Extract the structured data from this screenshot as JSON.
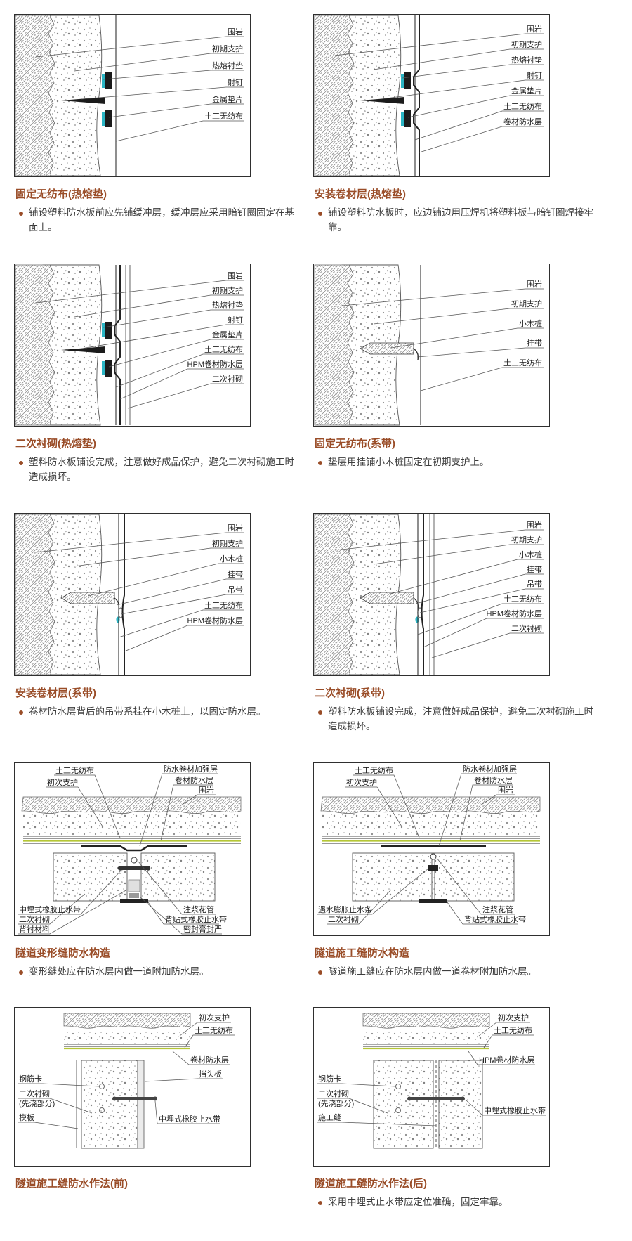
{
  "colors": {
    "heading": "#9a4d28",
    "teal": "#2ab5c4",
    "green": "#b5c636"
  },
  "panels": [
    {
      "heading": "固定无纺布(热熔垫)",
      "bullets": [
        "铺设塑料防水板前应先铺缓冲层，缓冲层应采用暗钉圈固定在基面上。"
      ],
      "labels": [
        "围岩",
        "初期支护",
        "热熔衬垫",
        "射钉",
        "金属垫片",
        "土工无纺布"
      ]
    },
    {
      "heading": "安装卷材层(热熔垫)",
      "bullets": [
        "铺设塑料防水板时，应边铺边用压焊机将塑料板与暗钉圈焊接牢靠。"
      ],
      "labels": [
        "围岩",
        "初期支护",
        "热熔衬垫",
        "射钉",
        "金属垫片",
        "土工无纺布",
        "卷材防水层"
      ]
    },
    {
      "heading": "二次衬砌(热熔垫)",
      "bullets": [
        "塑料防水板铺设完成，注意做好成品保护，避免二次衬砌施工时造成损坏。"
      ],
      "labels": [
        "围岩",
        "初期支护",
        "热熔衬垫",
        "射钉",
        "金属垫片",
        "土工无纺布",
        "HPM卷材防水层",
        "二次衬砌"
      ]
    },
    {
      "heading": "固定无纺布(系带)",
      "bullets": [
        "垫层用挂铺小木桩固定在初期支护上。"
      ],
      "labels": [
        "围岩",
        "初期支护",
        "小木桩",
        "挂带",
        "土工无纺布"
      ]
    },
    {
      "heading": "安装卷材层(系带)",
      "bullets": [
        "卷材防水层背后的吊带系挂在小木桩上，以固定防水层。"
      ],
      "labels": [
        "围岩",
        "初期支护",
        "小木桩",
        "挂带",
        "吊带",
        "土工无纺布",
        "HPM卷材防水层"
      ]
    },
    {
      "heading": "二次衬砌(系带)",
      "bullets": [
        "塑料防水板铺设完成，注意做好成品保护，避免二次衬砌施工时造成损坏。"
      ],
      "labels": [
        "围岩",
        "初期支护",
        "小木桩",
        "挂带",
        "吊带",
        "土工无纺布",
        "HPM卷材防水层",
        "二次衬砌"
      ]
    },
    {
      "heading": "隧道变形缝防水构造",
      "bullets": [
        "变形缝处应在防水层内做一道附加防水层。"
      ],
      "labels_tl": [
        "土工无纺布",
        "初次支护"
      ],
      "labels_tr": [
        "防水卷材加强层",
        "卷材防水层",
        "围岩"
      ],
      "labels_bl": [
        "中埋式橡胶止水带",
        "二次衬砌",
        "背衬材料"
      ],
      "labels_br": [
        "注浆花管",
        "背贴式橡胶止水带",
        "密封膏封严"
      ]
    },
    {
      "heading": "隧道施工缝防水构造",
      "bullets": [
        "隧道施工缝应在防水层内做一道卷材附加防水层。"
      ],
      "labels_tl": [
        "土工无纺布",
        "初次支护"
      ],
      "labels_tr": [
        "防水卷材加强层",
        "卷材防水层",
        "围岩"
      ],
      "labels_bl": [
        "遇水膨胀止水条",
        "二次衬砌"
      ],
      "labels_br": [
        "注浆花管",
        "背贴式橡胶止水带"
      ]
    },
    {
      "heading": "隧道施工缝防水作法(前)",
      "bullets": [],
      "labels_left": [
        "钢筋卡",
        "二次衬砌",
        "(先浇部分)",
        "模板"
      ],
      "labels_right": [
        "初次支护",
        "土工无纺布",
        "卷材防水层",
        "挡头板",
        "中埋式橡胶止水带"
      ]
    },
    {
      "heading": "隧道施工缝防水作法(后)",
      "bullets": [
        "采用中埋式止水带应定位准确，固定牢靠。"
      ],
      "labels_left": [
        "钢筋卡",
        "二次衬砌",
        "(先浇部分)",
        "施工缝"
      ],
      "labels_right": [
        "初次支护",
        "土工无纺布",
        "HPM卷材防水层",
        "中埋式橡胶止水带"
      ]
    }
  ]
}
